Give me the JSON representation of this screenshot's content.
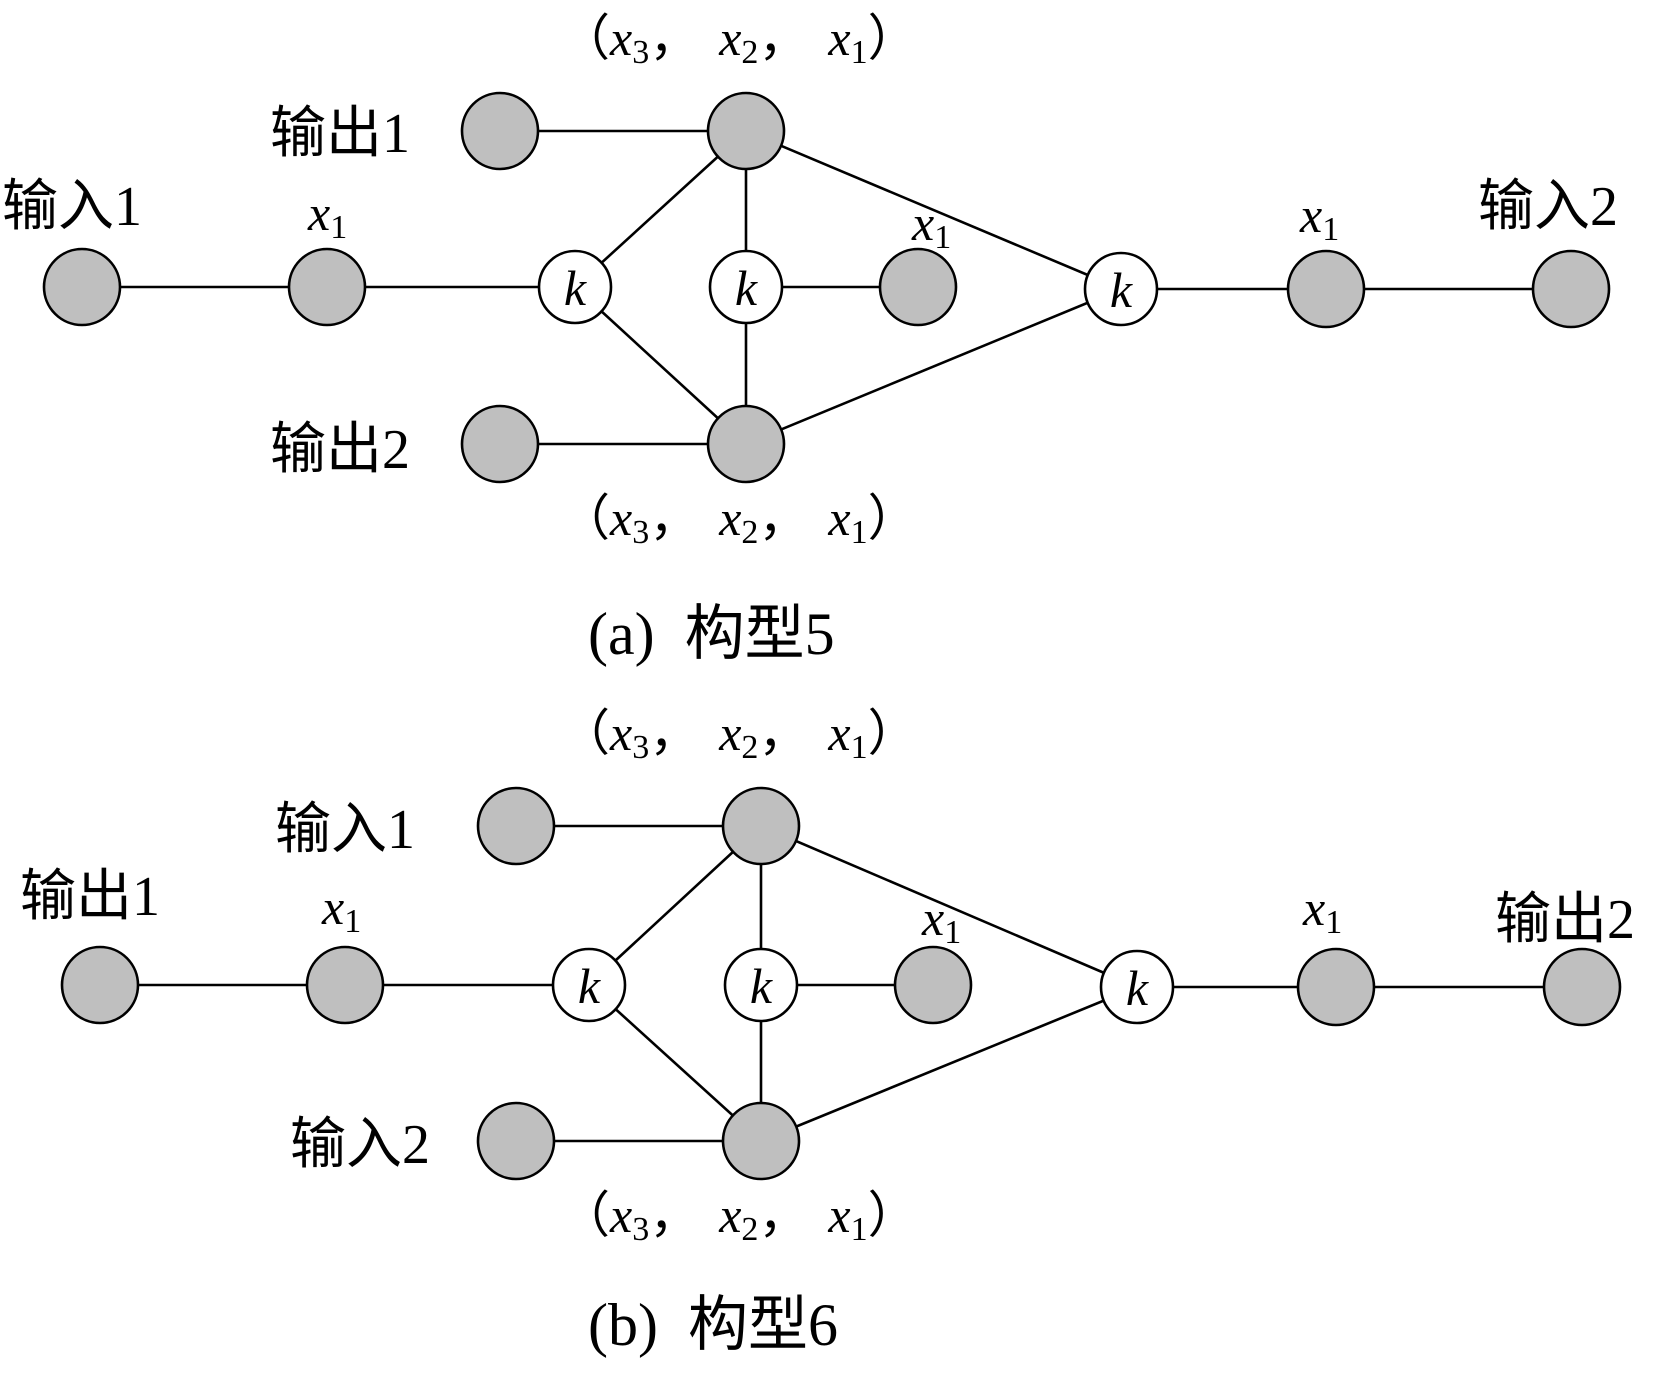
{
  "diagrams": [
    {
      "caption": "(a)  构型5",
      "ports": {
        "left": "输入1",
        "right": "输入2",
        "top": "输出1",
        "bottom": "输出2"
      },
      "node_labels": {
        "x1_var": "x",
        "x1_sub": "1",
        "k": "k"
      },
      "tuple": {
        "open": "（",
        "close": "）",
        "sep": "，",
        "var": "x",
        "subs": [
          "3",
          "2",
          "1"
        ]
      }
    },
    {
      "caption": "(b)  构型6",
      "ports": {
        "left": "输出1",
        "right": "输出2",
        "top": "输入1",
        "bottom": "输入2"
      },
      "node_labels": {
        "x1_var": "x",
        "x1_sub": "1",
        "k": "k"
      },
      "tuple": {
        "open": "（",
        "close": "）",
        "sep": "，",
        "var": "x",
        "subs": [
          "3",
          "2",
          "1"
        ]
      }
    }
  ],
  "colors": {
    "filled_node": "#bfbfbf",
    "open_node": "#ffffff",
    "stroke": "#000000"
  }
}
